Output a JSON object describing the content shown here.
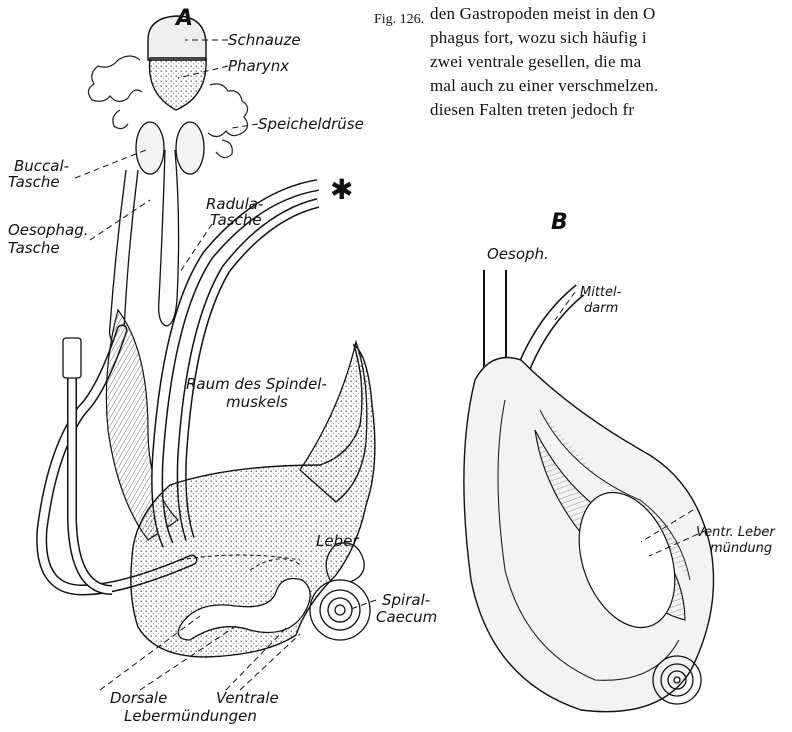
{
  "figure_number": "Fig. 126.",
  "text_lines": [
    "den Gastropoden meist in den O",
    "phagus fort, wozu sich häufig i",
    "zwei ventrale gesellen, die ma",
    "mal auch zu einer verschmelzen.",
    "diesen Falten treten jedoch fr"
  ],
  "panel_a": {
    "letter": "A",
    "labels": {
      "schnauze": "Schnauze",
      "pharynx": "Pharynx",
      "speicheldruese": "Speicheldrüse",
      "buccal_1": "Buccal-",
      "buccal_2": "Tasche",
      "oesophag_1": "Oesophag.",
      "oesophag_2": "Tasche",
      "radula_1": "Radula-",
      "radula_2": "Tasche",
      "star": "✱",
      "raum_1": "Raum des Spindel-",
      "raum_2": "muskels",
      "leber": "Leber",
      "spiral_1": "Spiral-",
      "spiral_2": "Caecum",
      "dorsale_1": "Dorsale",
      "ventrale": "Ventrale",
      "dorsale_2": "Lebermündungen"
    }
  },
  "panel_b": {
    "letter": "B",
    "labels": {
      "oesoph": "Oesoph.",
      "mitteldarm_1": "Mittel-",
      "mitteldarm_2": "darm",
      "ventr_1": "Ventr. Leber",
      "ventr_2": "mündung"
    }
  }
}
